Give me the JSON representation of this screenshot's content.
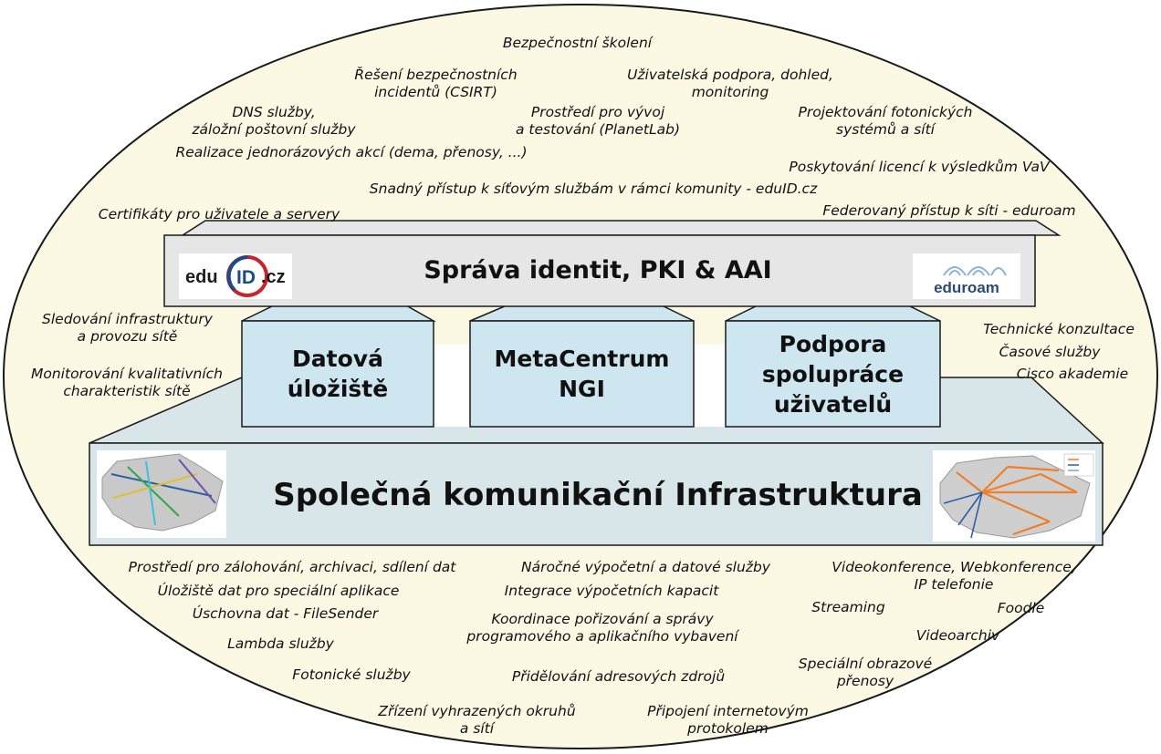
{
  "colors": {
    "ellipse_fill": "#fbf8e4",
    "ellipse_stroke": "#1a1a1a",
    "box_gray": "#e6e6e6",
    "box_blue": "#cde6ef",
    "box_infra": "#d8e6ea",
    "eduid_blue": "#1c4b8c",
    "eduid_red": "#c8242c",
    "map_orange": "#ef7f2a",
    "map_blue": "#2a5fa8"
  },
  "layers": {
    "top": "Správa identit, PKI & AAI",
    "middle": [
      "Datová\núložiště",
      "MetaCentrum\nNGI",
      "Podpora\nspolupráce\nuživatelů"
    ],
    "bottom": "Společná komunikační Infrastruktura"
  },
  "logos": {
    "eduid": {
      "prefix": "edu",
      "id": "ID",
      "suffix": ".cz"
    },
    "eduroam": "eduroam"
  },
  "services_top": [
    "Bezpečnostní školení",
    "Řešení bezpečnostních\nincidentů (CSIRT)",
    "Uživatelská podpora, dohled,\nmonitoring",
    "DNS služby,\nzáložní poštovní služby",
    "Prostředí pro vývoj\na testování (PlanetLab)",
    "Projektování fotonických\nsystémů a sítí",
    "Realizace jednorázových akcí (dema, přenosy, ...)",
    "Poskytování licencí k výsledkům VaV",
    "Snadný přístup k síťovým službám v rámci komunity - eduID.cz",
    "Certifikáty pro uživatele a servery",
    "Federovaný přístup k síti - eduroam"
  ],
  "services_side": [
    "Sledování infrastruktury\na provozu sítě",
    "Monitorování kvalitativních\ncharakteristik sítě",
    "Technické konzultace",
    "Časové služby",
    "Cisco akademie"
  ],
  "services_bottom": [
    "Prostředí pro zálohování, archivaci, sdílení dat",
    "Úložiště dat pro speciální aplikace",
    "Úschovna dat - FileSender",
    "Lambda služby",
    "Fotonické služby",
    "Zřízení vyhrazených okruhů\na sítí",
    "Náročné výpočetní a datové služby",
    "Integrace výpočetních kapacit",
    "Koordinace pořizování a správy\nprogramového a aplikačního vybavení",
    "Přidělování adresových zdrojů",
    "Připojení internetovým\nprotokolem",
    "Videokonference, Webkonference,\nIP telefonie",
    "Streaming",
    "Foodle",
    "Videoarchiv",
    "Speciální obrazové\npřenosy"
  ]
}
